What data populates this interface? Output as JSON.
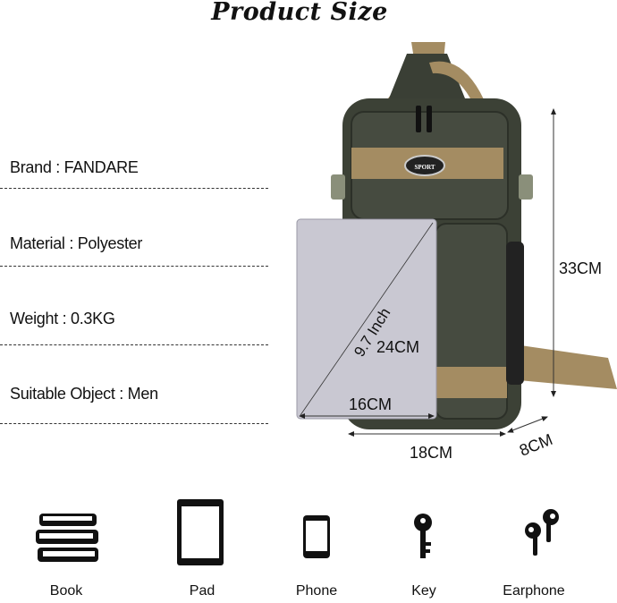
{
  "title": "Product Size",
  "specs": [
    {
      "text": "Brand : FANDARE"
    },
    {
      "text": "Material :  Polyester"
    },
    {
      "text": "Weight : 0.3KG"
    },
    {
      "text": "Suitable Object : Men"
    }
  ],
  "dimensions": {
    "height": "33CM",
    "width": "18CM",
    "depth": "8CM",
    "tablet_diagonal": "9.7 Inch",
    "tablet_height": "24CM",
    "tablet_width": "16CM",
    "badge": "SPORT"
  },
  "items": [
    {
      "label": "Book",
      "icon": "book-stack-icon"
    },
    {
      "label": "Pad",
      "icon": "tablet-icon"
    },
    {
      "label": "Phone",
      "icon": "phone-icon"
    },
    {
      "label": "Key",
      "icon": "key-icon"
    },
    {
      "label": "Earphone",
      "icon": "earphone-icon"
    }
  ],
  "colors": {
    "bag": "#3c4136",
    "strap": "#a48c62",
    "tablet": "#c9c8d2"
  }
}
